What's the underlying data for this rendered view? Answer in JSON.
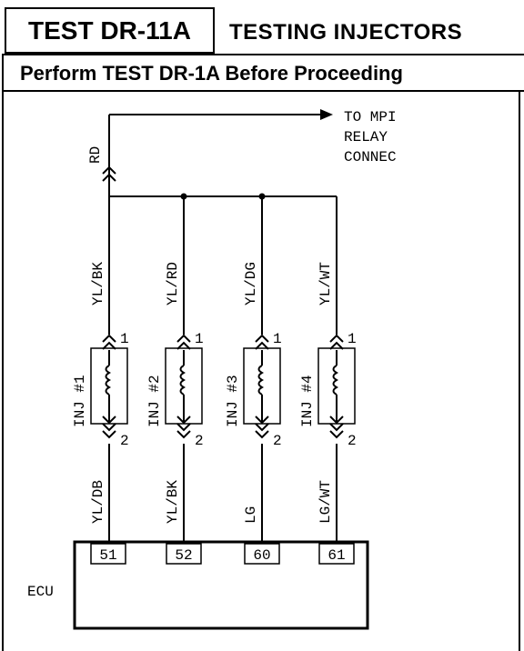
{
  "header": {
    "test_id": "TEST DR-11A",
    "title": "TESTING INJECTORS",
    "prerequisite": "Perform TEST DR-1A Before Proceeding"
  },
  "diagram": {
    "relay_label": [
      "TO MPI",
      "RELAY",
      "CONNEC"
    ],
    "supply_wire": "RD",
    "injectors": [
      {
        "name": "INJ #1",
        "upper_wire": "YL/BK",
        "lower_wire": "YL/DB",
        "pin_top": "1",
        "pin_bottom": "2",
        "ecu_pin": "51"
      },
      {
        "name": "INJ #2",
        "upper_wire": "YL/RD",
        "lower_wire": "YL/BK",
        "pin_top": "1",
        "pin_bottom": "2",
        "ecu_pin": "52"
      },
      {
        "name": "INJ #3",
        "upper_wire": "YL/DG",
        "lower_wire": "LG",
        "pin_top": "1",
        "pin_bottom": "2",
        "ecu_pin": "60"
      },
      {
        "name": "INJ #4",
        "upper_wire": "YL/WT",
        "lower_wire": "LG/WT",
        "pin_top": "1",
        "pin_bottom": "2",
        "ecu_pin": "61"
      }
    ],
    "ecu_label": "ECU"
  }
}
